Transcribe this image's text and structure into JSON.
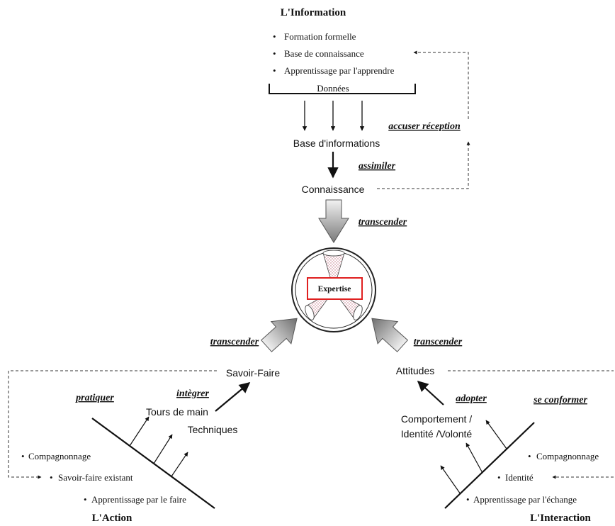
{
  "information": {
    "title": "L'Information",
    "items": [
      "Formation formelle",
      "Base de connaissance",
      "Apprentissage par l'apprendre"
    ],
    "bracket_label": "Données",
    "base": "Base d'informations",
    "knowledge": "Connaissance",
    "verb_acknowledge": "accuser réception",
    "verb_assimilate": "assimiler",
    "verb_transcend": "transcender"
  },
  "center": {
    "label": "Expertise",
    "frame_color": "#e02020"
  },
  "action": {
    "title": "L'Action",
    "items": [
      "Compagnonnage",
      "Savoir-faire existant",
      "Apprentissage par le faire"
    ],
    "node_tricks": "Tours de main",
    "node_techniques": "Techniques",
    "node_savoir": "Savoir-Faire",
    "verb_practice": "pratiquer",
    "verb_integrate": "intègrer",
    "verb_transcend": "transcender"
  },
  "interaction": {
    "title": "L'Interaction",
    "items": [
      "Compagnonnage",
      "Identité",
      "Apprentissage par l'échange"
    ],
    "node_behavior_1": "Comportement /",
    "node_behavior_2": "Identité /Volonté",
    "node_attitudes": "Attitudes",
    "verb_adopt": "adopter",
    "verb_conform": "se conformer",
    "verb_transcend": "transcender"
  }
}
